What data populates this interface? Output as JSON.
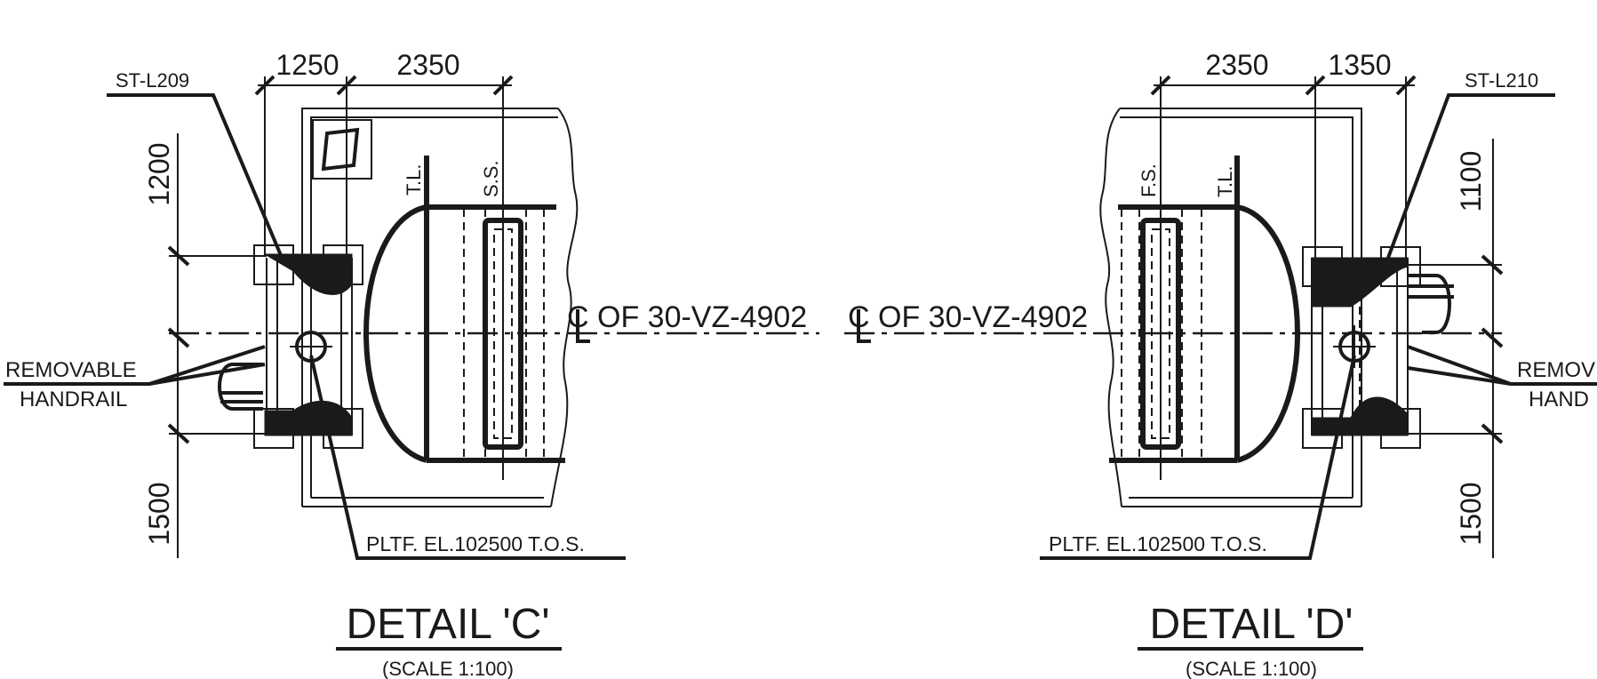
{
  "detail_c": {
    "title": "DETAIL 'C'",
    "scale": "(SCALE 1:100)",
    "tag": "ST-L209",
    "dim_top_1": "1250",
    "dim_top_2": "2350",
    "dim_left_upper": "1200",
    "dim_left_lower": "1500",
    "label_tl": "T.L.",
    "label_ss": "S.S.",
    "centerline": "OF 30-VZ-4902",
    "removable_line1": "REMOVABLE",
    "removable_line2": "HANDRAIL",
    "platform": "PLTF. EL.102500 T.O.S."
  },
  "detail_d": {
    "title": "DETAIL 'D'",
    "scale": "(SCALE 1:100)",
    "tag": "ST-L210",
    "dim_top_1": "2350",
    "dim_top_2": "1350",
    "dim_right_upper": "1100",
    "dim_right_lower": "1500",
    "label_fs": "F.S.",
    "label_tl": "T.L.",
    "centerline": "OF 30-VZ-4902",
    "removable_line1": "REMOV",
    "removable_line2": "HAND",
    "platform": "PLTF. EL.102500 T.O.S."
  },
  "centerline_symbol": "CL"
}
